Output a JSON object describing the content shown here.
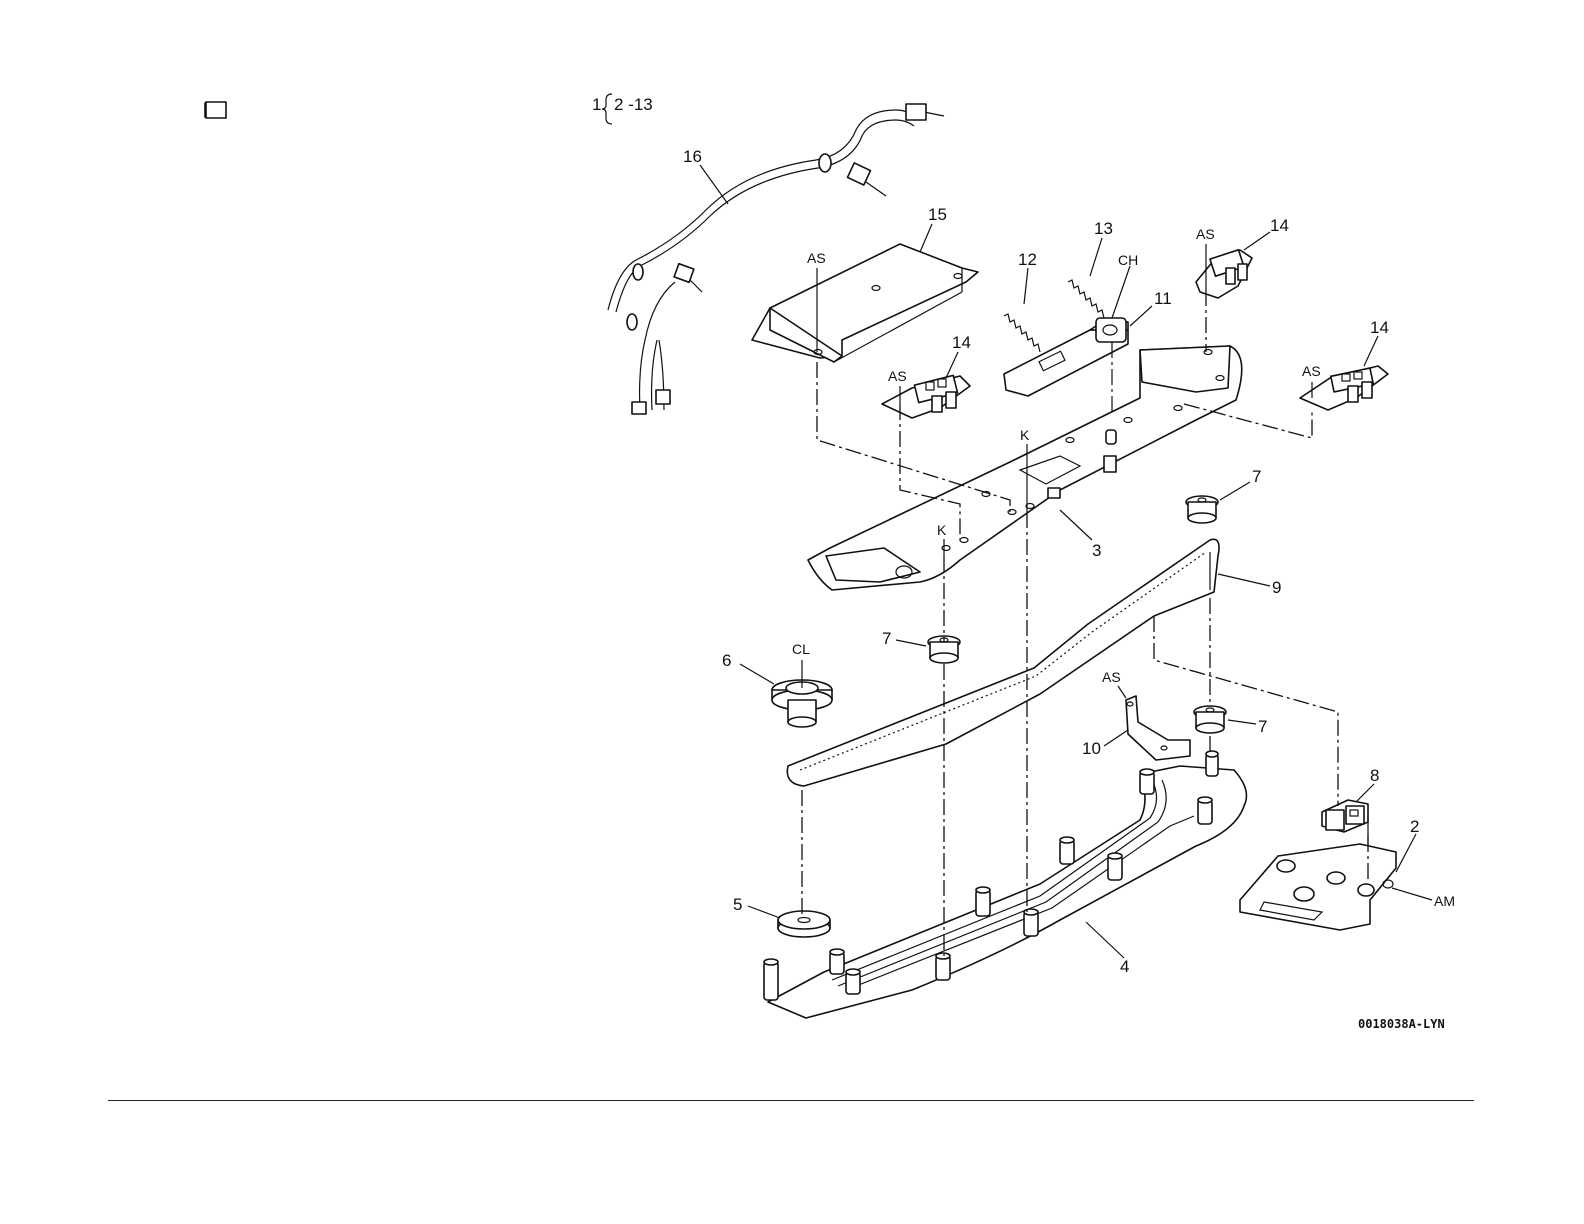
{
  "header": {
    "index_one": "1",
    "index_range": "2 -13"
  },
  "callouts": {
    "c16": "16",
    "c15": "15",
    "c14a": "14",
    "c14b": "14",
    "c14c": "14",
    "c13": "13",
    "c12": "12",
    "c11": "11",
    "c3": "3",
    "c9": "9",
    "c7a": "7",
    "c7b": "7",
    "c7c": "7",
    "c6": "6",
    "c10": "10",
    "c8": "8",
    "c2": "2",
    "c5": "5",
    "c4": "4"
  },
  "codes": {
    "as1": "AS",
    "as2": "AS",
    "as3": "AS",
    "as4": "AS",
    "as5": "AS",
    "ch": "CH",
    "k1": "K",
    "k2": "K",
    "cl": "CL",
    "am": "AM"
  },
  "figure_ref": "0018038A-LYN"
}
